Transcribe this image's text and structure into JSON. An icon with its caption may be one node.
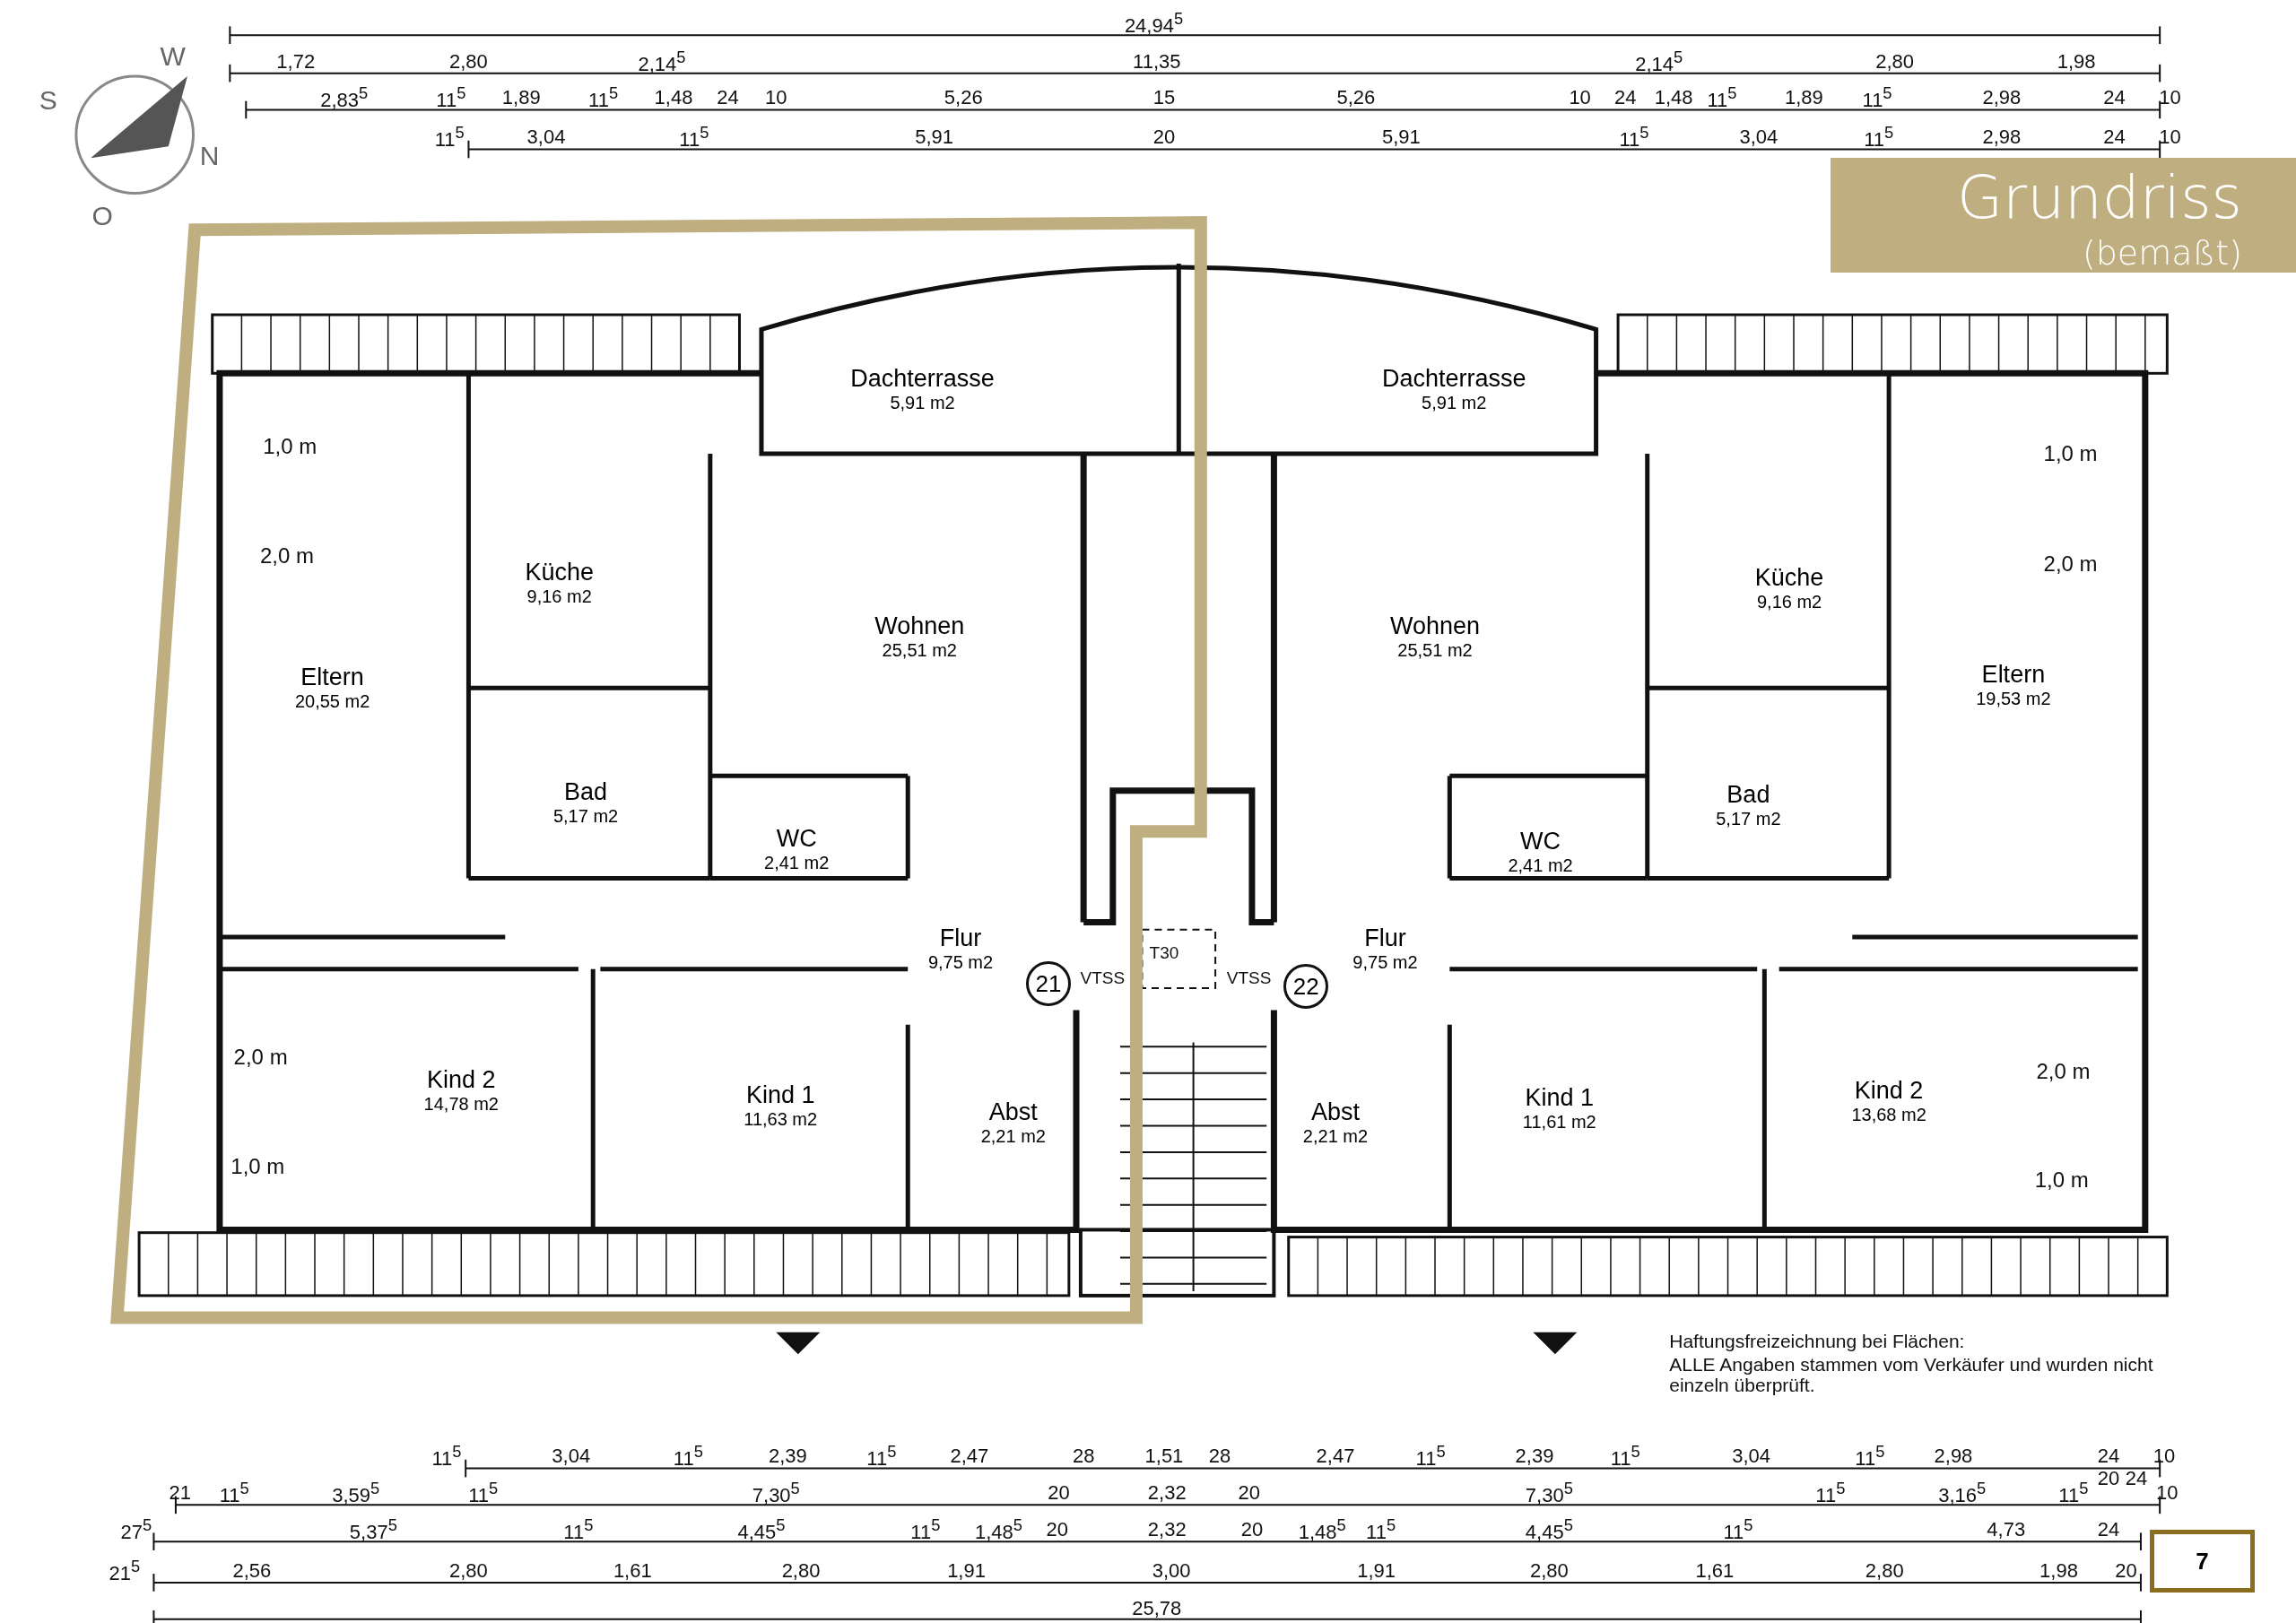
{
  "diagram": {
    "title": "Grundriss",
    "caption": "(bemaßt)",
    "nodes": [
      {
        "text": [
          "Dachterrasse",
          "5,91 m2"
        ]
      },
      {
        "text": [
          "Dachterrasse",
          "5,91 m2"
        ]
      },
      {
        "text": [
          "Küche",
          "9,16 m2"
        ]
      },
      {
        "text": [
          "Wohnen",
          "25,51 m2"
        ]
      },
      {
        "text": [
          "Wohnen",
          "25,51 m2"
        ]
      },
      {
        "text": [
          "Küche",
          "9,16 m2"
        ]
      },
      {
        "text": [
          "Eltern",
          "20,55 m2"
        ]
      },
      {
        "text": [
          "Eltern",
          "19,53 m2"
        ]
      },
      {
        "text": [
          "Bad",
          "5,17 m2"
        ]
      },
      {
        "text": [
          "WC",
          "2,41 m2"
        ]
      },
      {
        "text": [
          "WC",
          "2,41 m2"
        ]
      },
      {
        "text": [
          "Bad",
          "5,17 m2"
        ]
      },
      {
        "text": [
          "Flur",
          "9,75 m2"
        ]
      },
      {
        "text": [
          "Flur",
          "9,75 m2"
        ]
      },
      {
        "text": [
          "21"
        ]
      },
      {
        "text": [
          "22"
        ]
      },
      {
        "text": [
          "Kind 2",
          "14,78 m2"
        ]
      },
      {
        "text": [
          "Kind 1",
          "11,63 m2"
        ]
      },
      {
        "text": [
          "Abst",
          "2,21 m2"
        ]
      },
      {
        "text": [
          "Abst",
          "2,21 m2"
        ]
      },
      {
        "text": [
          "Kind 1",
          "11,61 m2"
        ]
      },
      {
        "text": [
          "Kind 2",
          "13,68 m2"
        ]
      },
      {
        "text": [
          "7"
        ]
      }
    ],
    "labels": [
      "S",
      "W",
      "N",
      "O",
      "24,94$^{5}$",
      "1,72",
      "2,80",
      "2,14$^{5}$",
      "11,35",
      "2,14$^{5}$",
      "2,80",
      "1,98",
      "2,83$^{5}$",
      "11$^{5}$",
      "1,89",
      "11$^{5}$",
      "1,48",
      "24",
      "10",
      "5,26",
      "15",
      "5,26",
      "10",
      "24",
      "1,48",
      "11$^{5}$",
      "1,89",
      "11$^{5}$",
      "2,98",
      "24",
      "10",
      "11$^{5}$",
      "3,04",
      "11$^{5}$",
      "5,91",
      "20",
      "5,91",
      "11$^{5}$",
      "3,04",
      "11$^{5}$",
      "2,98",
      "24",
      "10",
      "1,0 m",
      "1,0 m",
      "2,0 m",
      "2,0 m",
      "T30",
      "VTSS",
      "VTSS",
      "2,0 m",
      "2,0 m",
      "1,0 m",
      "1,0 m",
      "Haftungsfreizeichnung bei Flächen:",
      "ALLE Angaben stammen vom Verkäufer und wurden nicht einzeln überprüft.",
      "11$^{5}$",
      "3,04",
      "11$^{5}$",
      "2,39",
      "11$^{5}$",
      "2,47",
      "28",
      "1,51",
      "28",
      "2,47",
      "11$^{5}$",
      "2,39",
      "11$^{5}$",
      "3,04",
      "11$^{5}$",
      "2,98",
      "24",
      "10",
      "21",
      "11$^{5}$",
      "3,59$^{5}$",
      "11$^{5}$",
      "7,30$^{5}$",
      "20",
      "2,32",
      "20",
      "7,30$^{5}$",
      "11$^{5}$",
      "3,16$^{5}$",
      "11$^{5}$",
      "20",
      "24",
      "10",
      "27$^{5}$",
      "5,37$^{5}$",
      "11$^{5}$",
      "4,45$^{5}$",
      "11$^{5}$",
      "1,48$^{5}$",
      "20",
      "2,32",
      "20",
      "1,48$^{5}$",
      "11$^{5}$",
      "4,45$^{5}$",
      "11$^{5}$",
      "4,73",
      "24",
      "21$^{5}$",
      "2,56",
      "2,80",
      "1,61",
      "2,80",
      "1,91",
      "3,00",
      "1,91",
      "2,80",
      "1,61",
      "2,80",
      "1,98",
      "20",
      "25,78"
    ]
  }
}
